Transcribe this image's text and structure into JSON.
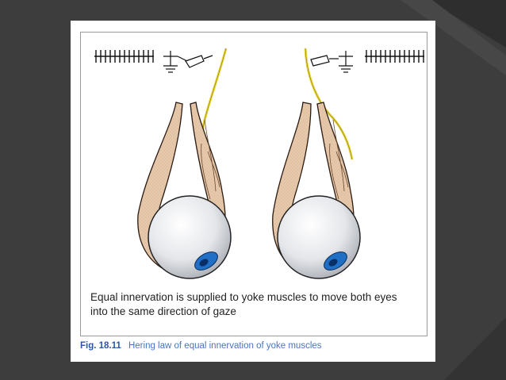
{
  "figure": {
    "caption_line1": "Equal innervation is supplied to yoke muscles to move both eyes",
    "caption_line2": "into the same direction of gaze",
    "number": "Fig. 18.11",
    "title": "Hering law of equal innervation of yoke muscles"
  },
  "colors": {
    "background": "#3d3d3d",
    "muscle": "#e3c3a6",
    "nerve": "#f0e24a",
    "iris": "#1f6fc7",
    "caption_blue": "#3a5fa8"
  },
  "icons": [
    "nerve-impulse-train-icon",
    "ground-symbol-icon",
    "electrode-icon"
  ]
}
